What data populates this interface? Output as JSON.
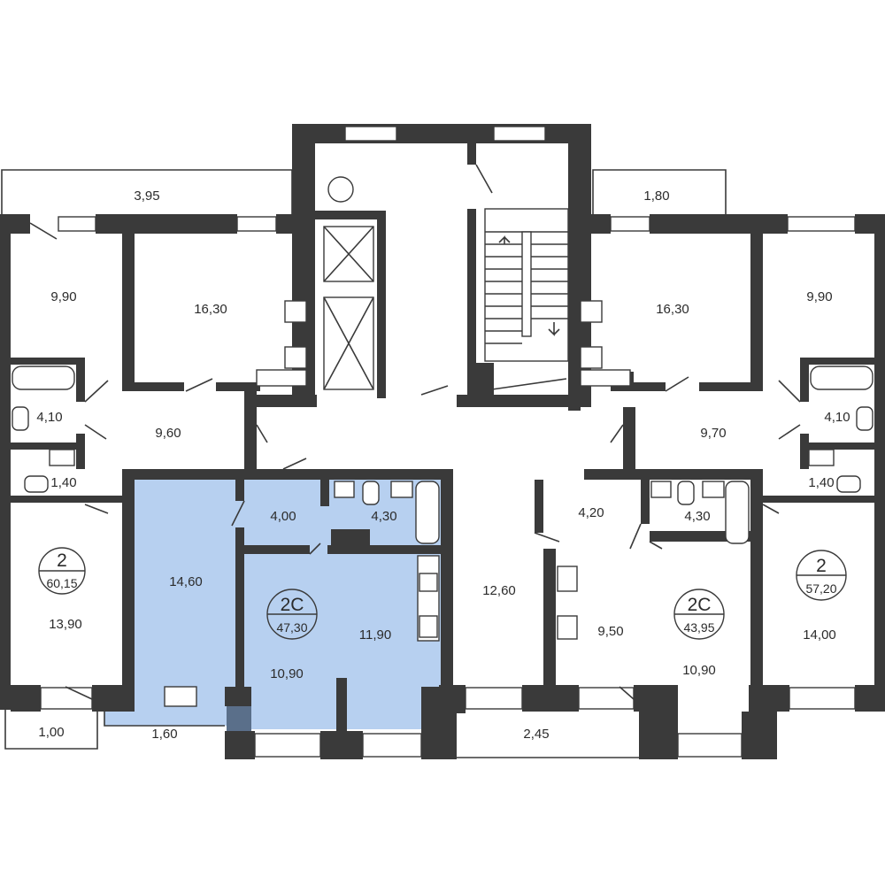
{
  "colors": {
    "wall": "#3a3a3a",
    "selected_fill": "#b7d0f0",
    "background": "#ffffff"
  },
  "rooms": {
    "balcony_left": "3,95",
    "balcony_right": "1,80",
    "l_bed_small": "9,90",
    "l_bed_large": "16,30",
    "l_bath": "4,10",
    "l_hall": "9,60",
    "l_wc": "1,40",
    "l_room": "13,90",
    "l_loggia": "1,00",
    "r_bed_large": "16,30",
    "r_bed_small": "9,90",
    "r_bath": "4,10",
    "r_hall": "9,70",
    "r_wc": "1,40",
    "r_room": "14,00",
    "sel_room": "14,60",
    "sel_hall": "4,00",
    "sel_bath": "4,30",
    "sel_kitchen": "11,90",
    "sel_living": "10,90",
    "sel_loggia": "1,60",
    "c_room": "12,60",
    "cr_hall": "4,20",
    "cr_bath": "4,30",
    "cr_kitchen": "9,50",
    "cr_living": "10,90",
    "bottom_loggia": "2,45"
  },
  "apartments": [
    {
      "type": "2",
      "area": "60,15"
    },
    {
      "type": "2С",
      "area": "47,30"
    },
    {
      "type": "2С",
      "area": "43,95"
    },
    {
      "type": "2",
      "area": "57,20"
    }
  ]
}
